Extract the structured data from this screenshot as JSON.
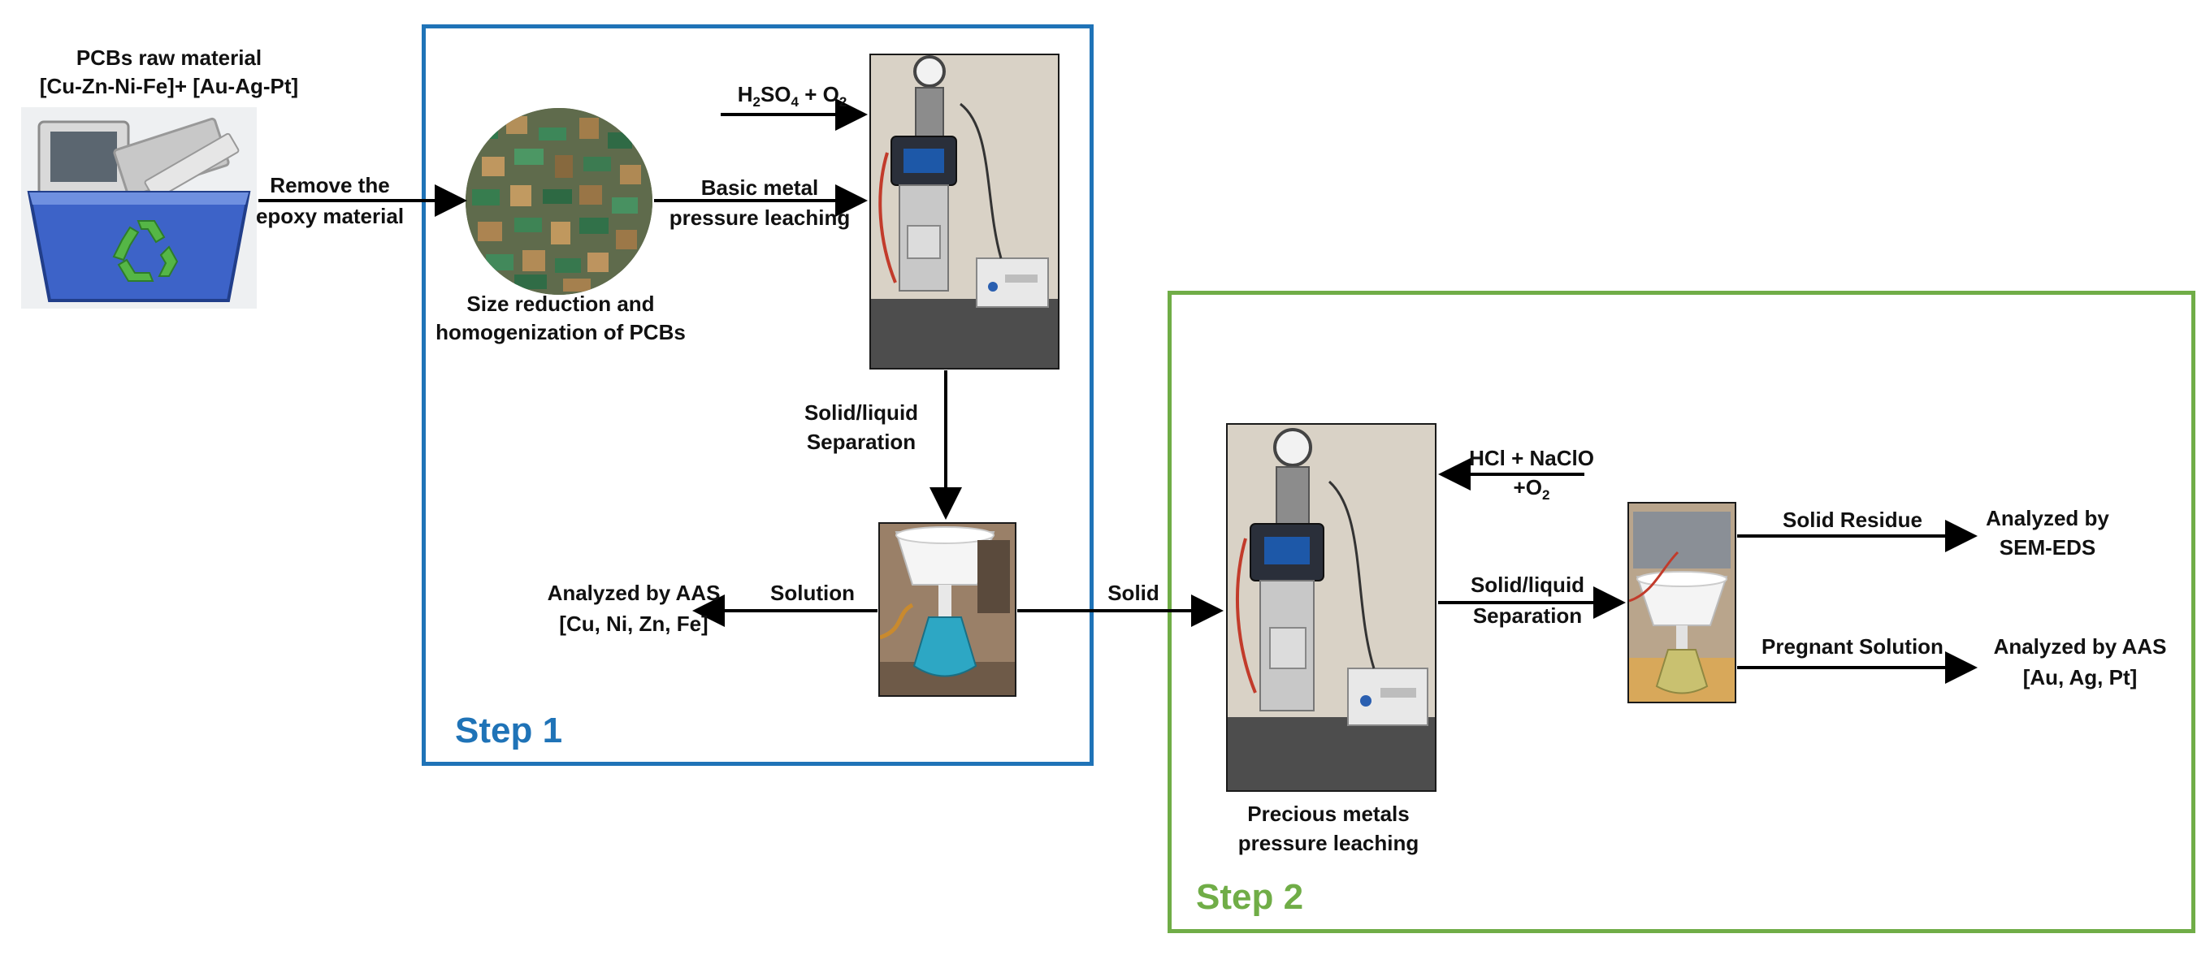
{
  "raw_material": {
    "title": "PCBs raw material",
    "composition": "[Cu-Zn-Ni-Fe]+  [Au-Ag-Pt]",
    "image_icon": "recycling-bin-with-computers-icon"
  },
  "arrows": {
    "remove_epoxy": [
      "Remove the",
      "epoxy material"
    ],
    "h2so4": {
      "pre": "H",
      "sub1": "2",
      "mid": "SO",
      "sub2": "4",
      "post": " + O",
      "sub3": "2"
    },
    "basic_leaching": [
      "Basic metal",
      "pressure leaching"
    ],
    "solid_liquid_1": [
      "Solid/liquid",
      "Separation"
    ],
    "solution": "Solution",
    "solid": "Solid",
    "hcl": {
      "line1": "HCl + NaClO",
      "pre2": "+O",
      "sub": "2"
    },
    "solid_liquid_2": [
      "Solid/liquid",
      "Separation"
    ],
    "solid_residue": "Solid Residue",
    "pregnant_solution": "Pregnant Solution"
  },
  "step1": {
    "label": "Step 1",
    "color": "#1f73b7",
    "pcb_caption": [
      "Size reduction and",
      "homogenization of PCBs"
    ],
    "aas_result": [
      "Analyzed by  AAS",
      "[Cu, Ni, Zn, Fe]"
    ]
  },
  "step2": {
    "label": "Step 2",
    "color": "#70ad47",
    "reactor_caption": [
      "Precious metals",
      "pressure leaching"
    ],
    "sem_result": [
      "Analyzed by",
      "SEM-EDS"
    ],
    "aas_result": [
      "Analyzed by  AAS",
      "[Au, Ag, Pt]"
    ]
  }
}
